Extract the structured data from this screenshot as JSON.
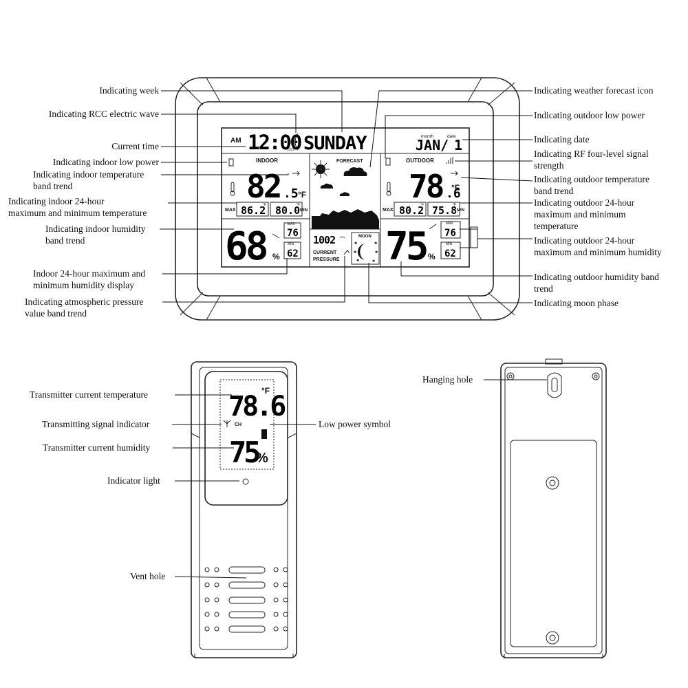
{
  "callouts_left": [
    {
      "id": "week",
      "lines": [
        "Indicating week"
      ]
    },
    {
      "id": "rcc",
      "lines": [
        "Indicating RCC electric wave"
      ]
    },
    {
      "id": "time",
      "lines": [
        "Current time"
      ]
    },
    {
      "id": "indoor-low-power",
      "lines": [
        "Indicating indoor low power"
      ]
    },
    {
      "id": "indoor-temp-trend",
      "lines": [
        "Indicating indoor temperature",
        "band trend"
      ]
    },
    {
      "id": "indoor-24h-temp",
      "lines": [
        "Indicating indoor 24-hour",
        "maximum and minimum temperature"
      ]
    },
    {
      "id": "indoor-hum-trend",
      "lines": [
        "Indicating indoor humidity",
        "band trend"
      ]
    },
    {
      "id": "indoor-24h-hum",
      "lines": [
        "Indoor 24-hour maximum and",
        "minimum humidity display"
      ]
    },
    {
      "id": "pressure-trend",
      "lines": [
        "Indicating atmospheric pressure",
        "value band trend"
      ]
    }
  ],
  "callouts_right": [
    {
      "id": "forecast-icon",
      "lines": [
        "Indicating weather forecast icon"
      ]
    },
    {
      "id": "outdoor-low-power",
      "lines": [
        "Indicating outdoor low power"
      ]
    },
    {
      "id": "date",
      "lines": [
        "Indicating date"
      ]
    },
    {
      "id": "rf-signal",
      "lines": [
        "Indicating RF four-level signal",
        "strength"
      ]
    },
    {
      "id": "outdoor-temp-trend",
      "lines": [
        "Indicating outdoor temperature",
        "band trend"
      ]
    },
    {
      "id": "outdoor-24h-temp",
      "lines": [
        "Indicating outdoor 24-hour",
        "maximum and minimum",
        "temperature"
      ]
    },
    {
      "id": "outdoor-24h-hum",
      "lines": [
        "Indicating outdoor 24-hour",
        "maximum and minimum humidity"
      ]
    },
    {
      "id": "outdoor-hum-trend",
      "lines": [
        "Indicating outdoor humidity band",
        "trend"
      ]
    },
    {
      "id": "moon-phase",
      "lines": [
        "Indicating moon phase"
      ]
    }
  ],
  "transmitter_callouts": [
    {
      "id": "tx-temp",
      "lines": [
        "Transmitter current temperature"
      ]
    },
    {
      "id": "tx-signal",
      "lines": [
        "Transmitting signal indicator"
      ]
    },
    {
      "id": "tx-low-power",
      "lines": [
        "Low power symbol"
      ]
    },
    {
      "id": "tx-hum",
      "lines": [
        "Transmitter current humidity"
      ]
    },
    {
      "id": "tx-light",
      "lines": [
        "Indicator light"
      ]
    },
    {
      "id": "vent",
      "lines": [
        "Vent hole"
      ]
    },
    {
      "id": "hanging",
      "lines": [
        "Hanging hole"
      ]
    }
  ],
  "lcd": {
    "am": "AM",
    "time": "12:00",
    "dst": "DST",
    "weekday": "SUNDAY",
    "month_label": "month",
    "date_label": "date",
    "month": "JAN/",
    "day": "1",
    "indoor": "INDOOR",
    "forecast": "FORECAST",
    "outdoor": "OUTDOOR",
    "in_temp_int": "82",
    "in_temp_dec": ".5",
    "out_temp_int": "78",
    "out_temp_dec": ".6",
    "unit_f": "°F",
    "max": "MAX",
    "min": "MIN",
    "in_max_temp": "86.2",
    "in_min_temp": "80.0",
    "out_max_temp": "80.2",
    "out_min_temp": "75.8",
    "small_f": "°F",
    "in_hum": "68",
    "out_hum": "75",
    "percent": "%",
    "hum_max": "76",
    "hum_min": "62",
    "pressure": "1002",
    "hpa": "hPa",
    "current": "CURRENT",
    "pressure_label": "PRESSURE",
    "moon": "MOON"
  },
  "transmitter": {
    "temp": "78.6",
    "unit": "°F",
    "ch": "CH",
    "hum": "75",
    "percent": "%"
  }
}
